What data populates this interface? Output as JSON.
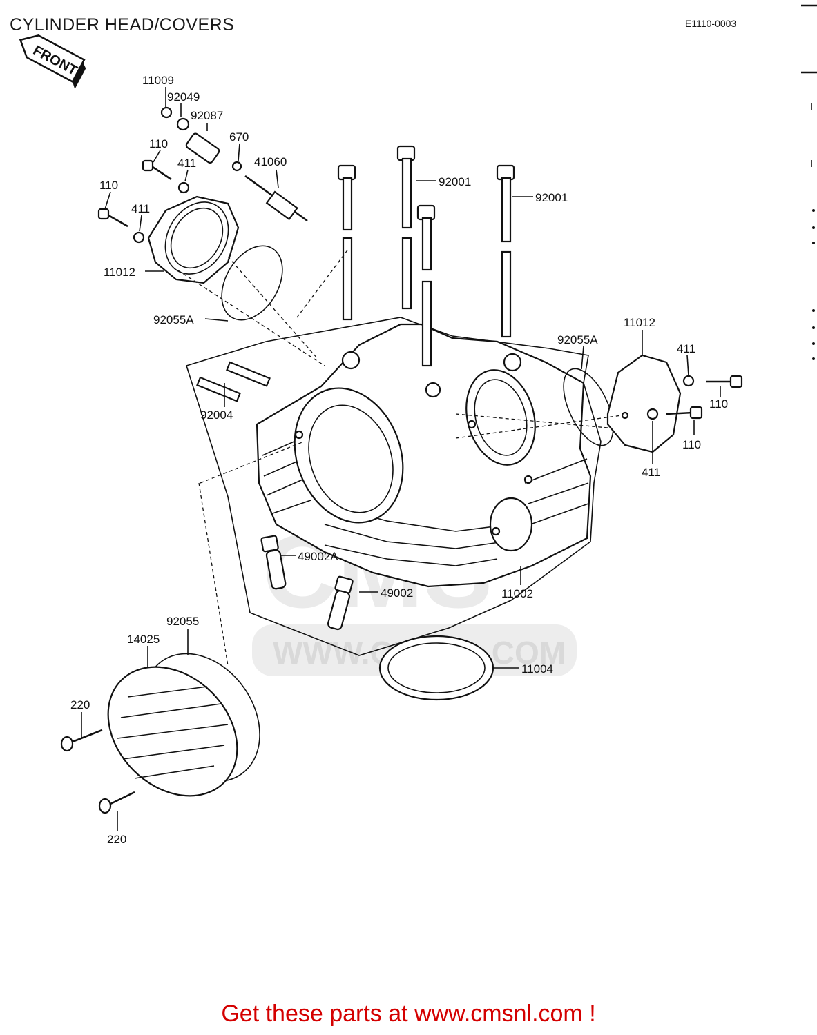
{
  "header": {
    "title": "CYLINDER HEAD/COVERS",
    "code": "E1110-0003"
  },
  "front_tag": "FRONT",
  "watermark": {
    "text": "WWW.CMSNL.COM",
    "logo": "CMS"
  },
  "labels": {
    "p11009": "11009",
    "p92049": "92049",
    "p92087": "92087",
    "p670": "670",
    "p41060": "41060",
    "p110_a": "110",
    "p411_a": "411",
    "p110_b": "110",
    "p411_b": "411",
    "p11012_a": "11012",
    "p92055a_a": "92055A",
    "p92001_a": "92001",
    "p92001_b": "92001",
    "p92004": "92004",
    "p92055a_b": "92055A",
    "p11012_b": "11012",
    "p411_c": "411",
    "p110_c": "110",
    "p110_d": "110",
    "p411_d": "411",
    "p49002a": "49002A",
    "p49002": "49002",
    "p11002": "11002",
    "p92055": "92055",
    "p14025": "14025",
    "p11004": "11004",
    "p220_a": "220",
    "p220_b": "220"
  },
  "footer": {
    "text": "Get these parts at www.cmsnl.com !"
  },
  "colors": {
    "footer": "#d40000",
    "ink": "#111111",
    "watermark": "#d9d9d9"
  }
}
